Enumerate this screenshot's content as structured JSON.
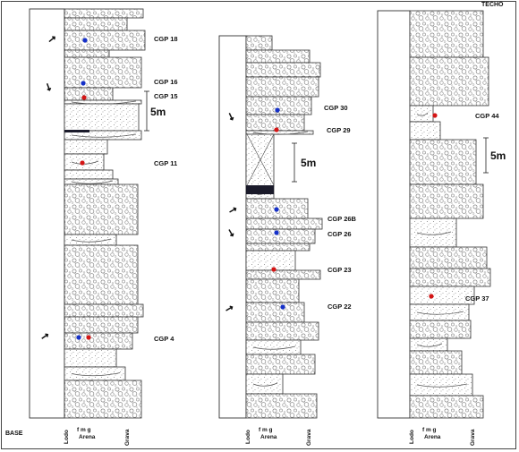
{
  "figure": {
    "corner_labels": {
      "top": "TECHO",
      "bottom": "BASE"
    },
    "scale_label": "5m",
    "axis": {
      "lodo": "Lodo",
      "fmg": "f m g",
      "arena": "Arena",
      "grava": "Grava"
    },
    "colors": {
      "blue_marker": "#1530c8",
      "red_marker": "#d41515",
      "outline": "#333333",
      "dark_bed": "#1a1a2a"
    },
    "columns": [
      {
        "id": "left",
        "samples": [
          "CGP 18",
          "CGP 16",
          "CGP 15",
          "CGP 11",
          "CGP 4"
        ]
      },
      {
        "id": "middle",
        "samples": [
          "CGP 30",
          "CGP 29",
          "CGP 26B",
          "CGP 26",
          "CGP 23",
          "CGP 22"
        ]
      },
      {
        "id": "right",
        "samples": [
          "CGP 44",
          "CGP 37"
        ]
      }
    ]
  }
}
